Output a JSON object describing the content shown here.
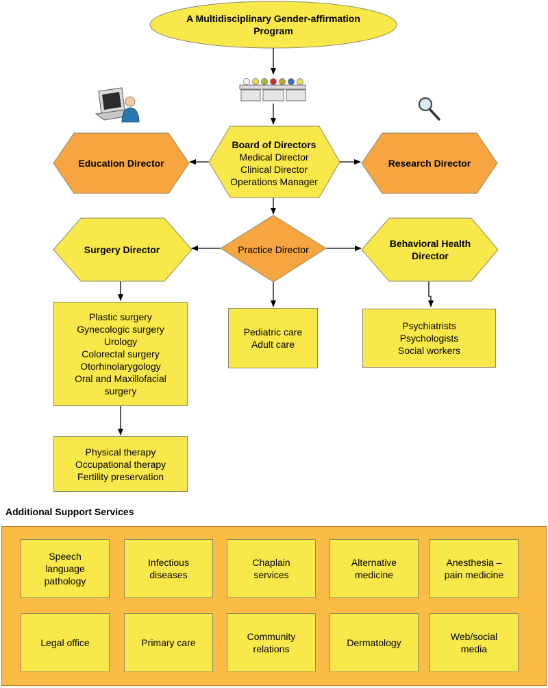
{
  "program": {
    "line1": "A Multidisciplinary Gender-affirmation",
    "line2": "Program"
  },
  "board": {
    "title": "Board of Directors",
    "members": [
      "Medical Director",
      "Clinical Director",
      "Operations Manager"
    ]
  },
  "education_director": "Education Director",
  "research_director": "Research Director",
  "surgery_director": "Surgery Director",
  "practice_director": "Practice Director",
  "behavioral_director": {
    "line1": "Behavioral Health",
    "line2": "Director"
  },
  "surgery_services": [
    "Plastic surgery",
    "Gynecologic surgery",
    "Urology",
    "Colorectal surgery",
    "Otorhinolarygology",
    "Oral and Maxillofacial",
    "surgery"
  ],
  "therapy_services": [
    "Physical therapy",
    "Occupational therapy",
    "Fertility preservation"
  ],
  "practice_services": [
    "Pediatric care",
    "Adult care"
  ],
  "behavioral_services": [
    "Psychiatrists",
    "Psychologists",
    "Social workers"
  ],
  "support": {
    "title": "Additional Support Services",
    "row1": [
      [
        "Speech",
        "language",
        "pathology"
      ],
      [
        "Infectious",
        "diseases"
      ],
      [
        "Chaplain",
        "services"
      ],
      [
        "Alternative",
        "medicine"
      ],
      [
        "Anesthesia –",
        "pain medicine"
      ]
    ],
    "row2": [
      [
        "Legal office"
      ],
      [
        "Primary care"
      ],
      [
        "Community",
        "relations"
      ],
      [
        "Dermatology"
      ],
      [
        "Web/social",
        "media"
      ]
    ]
  },
  "icons": [
    "committee-icon",
    "computer-user-icon",
    "magnifier-icon"
  ],
  "colors": {
    "yellow": "#f9e84a",
    "orange": "#f6a541",
    "panel": "#fbbc45"
  }
}
